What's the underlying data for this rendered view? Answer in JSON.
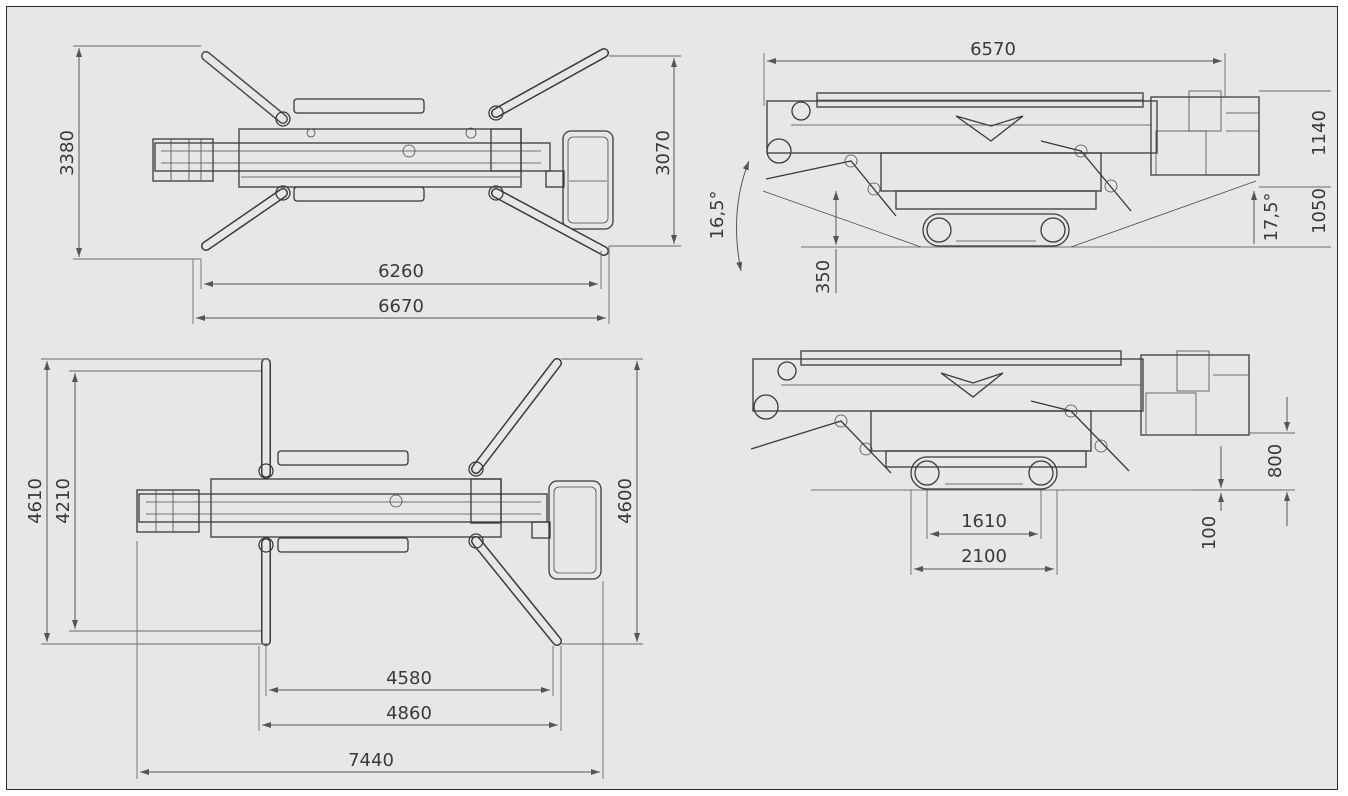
{
  "drawing": {
    "border_color": "#2a2a2a",
    "background_color": "#e6e7e9",
    "line_color": "#3a3a3a",
    "views": [
      {
        "name": "top-view-stowed",
        "dimensions": {
          "width_overall": "3380",
          "width_outriggers": "3070",
          "length_outriggers": "6260",
          "length_overall": "6670"
        }
      },
      {
        "name": "side-view-stowed",
        "dimensions": {
          "length_overall": "6570",
          "height_top": "1140",
          "height_track": "1050",
          "ground_clearance": "350",
          "angle_front": "16,5°",
          "angle_rear": "17,5°"
        }
      },
      {
        "name": "top-view-outriggers-deployed",
        "dimensions": {
          "width_overall": "4610",
          "width_inner": "4210",
          "width_right": "4600",
          "length_inner": "4580",
          "length_mid": "4860",
          "length_overall": "7440"
        }
      },
      {
        "name": "side-view-tracks",
        "dimensions": {
          "height_outrigger": "800",
          "height_base": "100",
          "track_length": "1610",
          "track_width": "2100"
        }
      }
    ]
  }
}
